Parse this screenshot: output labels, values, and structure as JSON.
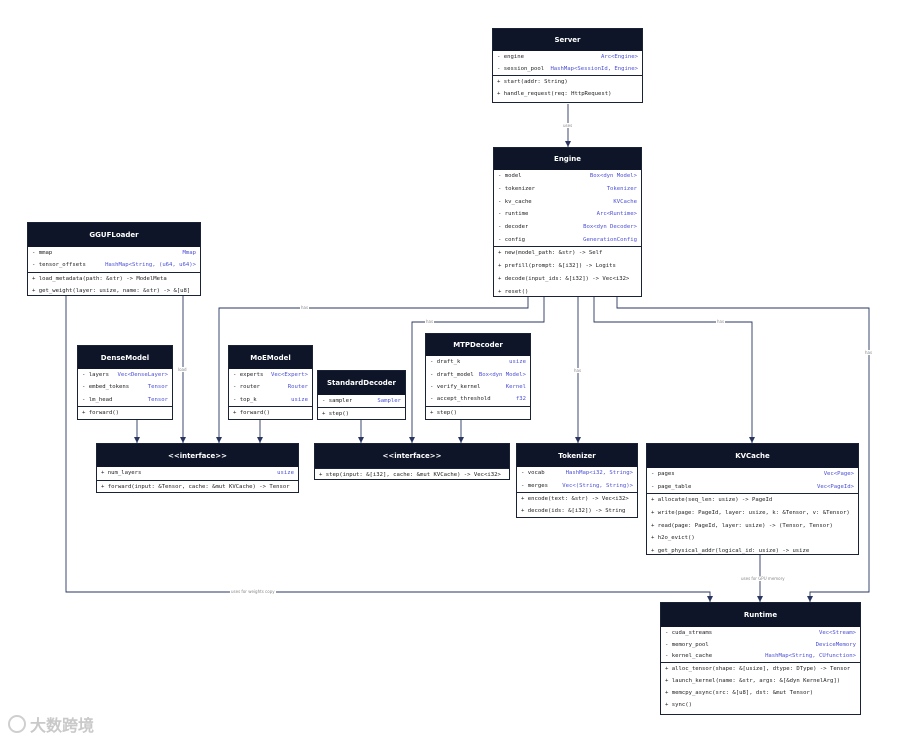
{
  "classes": {
    "server": {
      "title": "Server",
      "fields": [
        [
          "- engine",
          "Arc<Engine>"
        ],
        [
          "- session_pool",
          "HashMap<SessionId, Engine>"
        ]
      ],
      "methods": [
        "+ start(addr: String)",
        "+ handle_request(req: HttpRequest)"
      ]
    },
    "engine": {
      "title": "Engine",
      "fields": [
        [
          "- model",
          "Box<dyn Model>"
        ],
        [
          "- tokenizer",
          "Tokenizer"
        ],
        [
          "- kv_cache",
          "KVCache"
        ],
        [
          "- runtime",
          "Arc<Runtime>"
        ],
        [
          "- decoder",
          "Box<dyn Decoder>"
        ],
        [
          "- config",
          "GenerationConfig"
        ]
      ],
      "methods": [
        "+ new(model_path: &str) -> Self",
        "+ prefill(prompt: &[i32]) -> Logits",
        "+ decode(input_ids: &[i32]) -> Vec<i32>",
        "+ reset()"
      ]
    },
    "gguf": {
      "title": "GGUFLoader",
      "fields": [
        [
          "- mmap",
          "Mmap"
        ],
        [
          "- tensor_offsets",
          "HashMap<String, (u64, u64)>"
        ]
      ],
      "methods": [
        "+ load_metadata(path: &str) -> ModelMeta",
        "+ get_weight(layer: usize, name: &str) -> &[u8]"
      ]
    },
    "dense": {
      "title": "DenseModel",
      "fields": [
        [
          "- layers",
          "Vec<DenseLayer>"
        ],
        [
          "- embed_tokens",
          "Tensor"
        ],
        [
          "- lm_head",
          "Tensor"
        ]
      ],
      "methods": [
        "+ forward()"
      ]
    },
    "moe": {
      "title": "MoEModel",
      "fields": [
        [
          "- experts",
          "Vec<Expert>"
        ],
        [
          "- router",
          "Router"
        ],
        [
          "- top_k",
          "usize"
        ]
      ],
      "methods": [
        "+ forward()"
      ]
    },
    "std": {
      "title": "StandardDecoder",
      "fields": [
        [
          "- sampler",
          "Sampler"
        ]
      ],
      "methods": [
        "+ step()"
      ]
    },
    "mtp": {
      "title": "MTPDecoder",
      "fields": [
        [
          "- draft_k",
          "usize"
        ],
        [
          "- draft_model",
          "Box<dyn Model>"
        ],
        [
          "- verify_kernel",
          "Kernel"
        ],
        [
          "- accept_threshold",
          "f32"
        ]
      ],
      "methods": [
        "+ step()"
      ]
    },
    "imodel": {
      "title": "<<interface>>",
      "fields": [
        [
          "+ num_layers",
          "usize"
        ]
      ],
      "methods": [
        "+ forward(input: &Tensor, cache: &mut KVCache) -> Tensor"
      ]
    },
    "idecoder": {
      "title": "<<interface>>",
      "fields": [],
      "methods": [
        "+ step(input: &[i32], cache: &mut KVCache) -> Vec<i32>"
      ]
    },
    "tok": {
      "title": "Tokenizer",
      "fields": [
        [
          "- vocab",
          "HashMap<i32, String>"
        ],
        [
          "- merges",
          "Vec<(String, String)>"
        ]
      ],
      "methods": [
        "+ encode(text: &str) -> Vec<i32>",
        "+ decode(ids: &[i32]) -> String"
      ]
    },
    "kv": {
      "title": "KVCache",
      "fields": [
        [
          "- pages",
          "Vec<Page>"
        ],
        [
          "- page_table",
          "Vec<PageId>"
        ]
      ],
      "methods": [
        "+ allocate(seq_len: usize) -> PageId",
        "+ write(page: PageId, layer: usize, k: &Tensor, v: &Tensor)",
        "+ read(page: PageId, layer: usize) -> (Tensor, Tensor)",
        "+ h2o_evict()",
        "+ get_physical_addr(logical_id: usize) -> usize"
      ]
    },
    "runtime": {
      "title": "Runtime",
      "fields": [
        [
          "- cuda_streams",
          "Vec<Stream>"
        ],
        [
          "- memory_pool",
          "DeviceMemory"
        ],
        [
          "- kernel_cache",
          "HashMap<String, CUfunction>"
        ]
      ],
      "methods": [
        "+ alloc_tensor(shape: &[usize], dtype: DType) -> Tensor",
        "+ launch_kernel(name: &str, args: &[&dyn KernelArg])",
        "+ memcpy_async(src: &[u8], dst: &mut Tensor)",
        "+ sync()"
      ]
    }
  },
  "edge_labels": {
    "uses": "uses",
    "has": "has",
    "load": "load",
    "uses_gpu": "uses for GPU memory",
    "uses_weights": "uses for weights copy"
  },
  "watermark": "大数跨境"
}
